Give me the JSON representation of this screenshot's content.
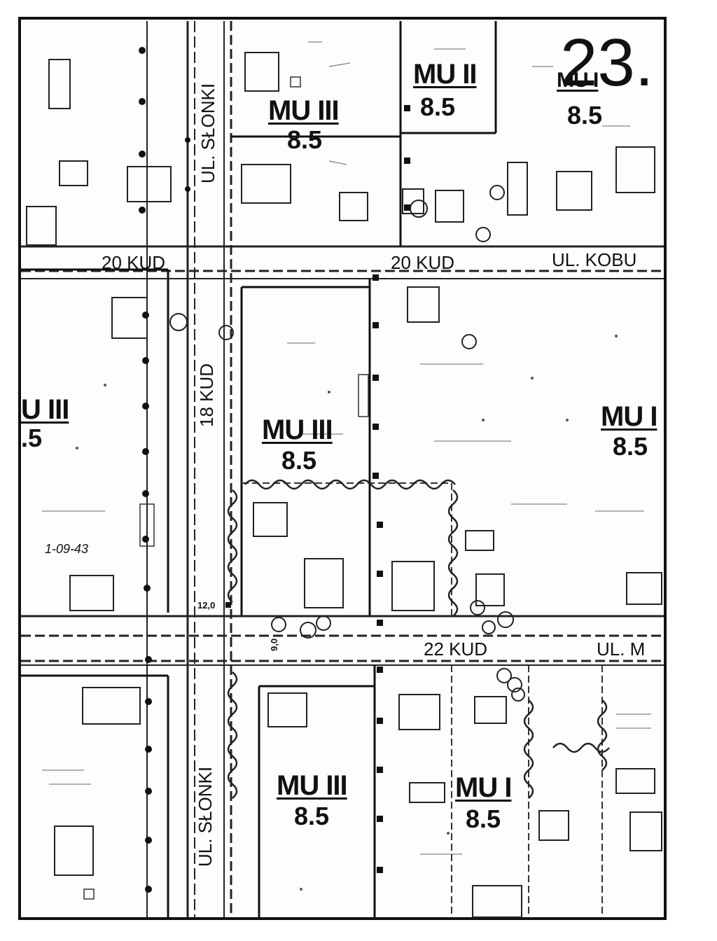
{
  "sheet_number": "23.",
  "zones": [
    {
      "id": "mu3-top",
      "code": "MU III",
      "height": "8.5"
    },
    {
      "id": "mu2-top",
      "code": "MU II",
      "height": "8.5"
    },
    {
      "id": "mu1-topright",
      "code": "MU I",
      "height": "8.5"
    },
    {
      "id": "mu3-left",
      "code": "U III",
      "height": ".5"
    },
    {
      "id": "mu3-center",
      "code": "MU III",
      "height": "8.5"
    },
    {
      "id": "mu1-right",
      "code": "MU I",
      "height": "8.5"
    },
    {
      "id": "mu3-bottom",
      "code": "MU III",
      "height": "8.5"
    },
    {
      "id": "mu1-bottom",
      "code": "MU I",
      "height": "8.5"
    }
  ],
  "roads": {
    "kud20_left": "20 KUD",
    "kud20_right": "20 KUD",
    "kud18": "18 KUD",
    "kud22": "22 KUD",
    "ul_slonki_top": "UL. SŁONKI",
    "ul_slonki_bottom": "UL. SŁONKI",
    "ul_kobu": "UL. KOBU",
    "ul_m": "UL. M"
  },
  "dimensions": {
    "road_width": "12,0",
    "road_width_b": "9,0"
  },
  "parcel_ref": "1-09-43"
}
